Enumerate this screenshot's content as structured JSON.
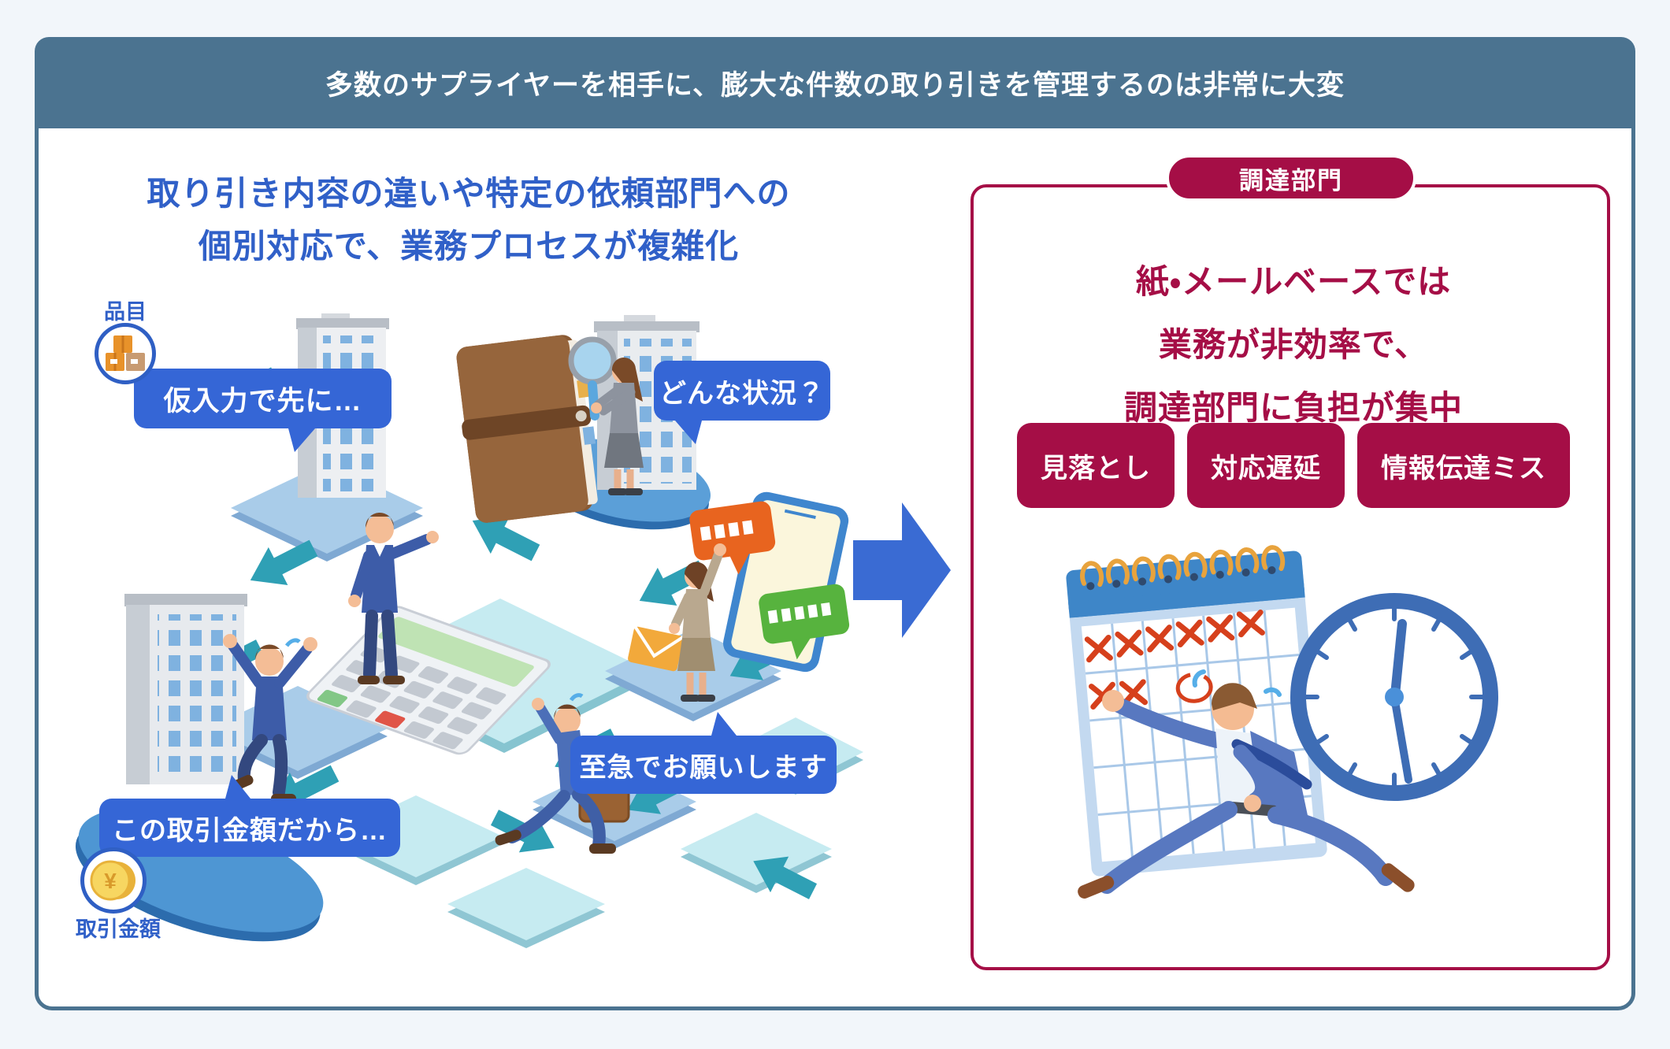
{
  "header": {
    "title": "多数のサプライヤーを相手に、膨大な件数の取り引きを管理するのは非常に大変"
  },
  "left_panel": {
    "title_line1": "取り引き内容の違いや特定の依頼部門への",
    "title_line2": "個別対応で、業務プロセスが複雑化",
    "item_label": "品目",
    "amount_label": "取引金額",
    "yen_symbol": "¥",
    "bubbles": {
      "temp_input": "仮入力で先に…",
      "situation": "どんな状況？",
      "urgent": "至急でお願いします",
      "amount": "この取引金額だから…"
    }
  },
  "right_panel": {
    "badge": "調達部門",
    "title_line1": "紙・メールベースでは",
    "title_line2": "業務が非効率で、",
    "title_line3": "調達部門に負担が集中",
    "chips": [
      {
        "label": "見落とし"
      },
      {
        "label": "対応遅延"
      },
      {
        "label": "情報伝達ミス"
      }
    ]
  },
  "icons": {
    "item": "boxes-icon",
    "amount": "yen-coin-icon",
    "between_panels": "flow-arrow-right-icon",
    "right_illustration": [
      "calendar-icon",
      "clock-icon",
      "running-businessman"
    ]
  },
  "colors": {
    "page_bg": "#F2F6FA",
    "header_bg": "#4B7390",
    "panel_bg": "#FFFFFF",
    "accent_blue": "#3060C8",
    "bubble_blue": "#3566D6",
    "arrow_blue": "#3A6BD3",
    "crimson": "#A50E46",
    "teal_arrow": "#2FA0B5",
    "diamond_blue": "#A9CCE9",
    "diamond_cyan": "#C6EBF1",
    "pill_blue": "#4E96D3"
  }
}
